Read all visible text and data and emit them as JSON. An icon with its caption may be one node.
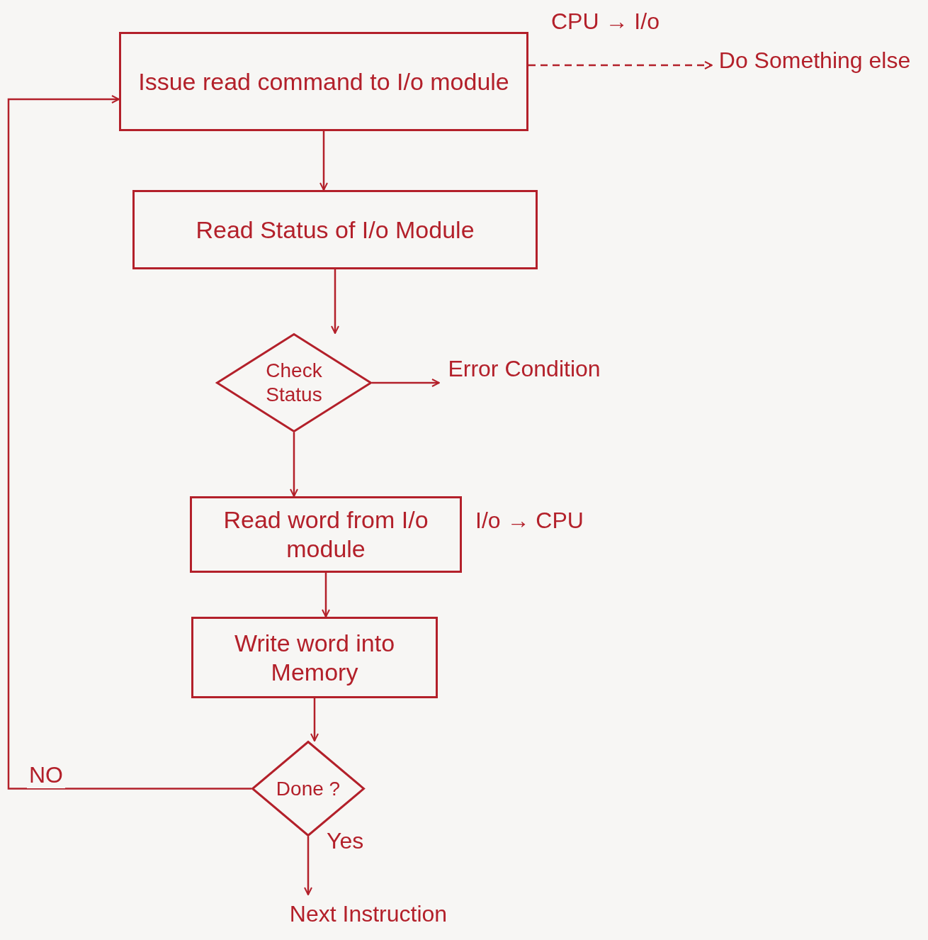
{
  "diagram": {
    "nodes": [
      {
        "text": [
          "Issue read command to I/o module"
        ]
      },
      {
        "text": [
          "Do Something else"
        ]
      },
      {
        "text": [
          "Read Status of I/o Module"
        ]
      },
      {
        "text": [
          "Check Status"
        ]
      },
      {
        "text": [
          "Error Condition"
        ]
      },
      {
        "text": [
          "Read word from I/o module"
        ],
        "beside": [
          "I/o → CPU"
        ]
      },
      {
        "text": [
          "Write word into Memory"
        ]
      },
      {
        "text": [
          "Done ?"
        ]
      },
      {
        "text": [
          "Next Instruction"
        ]
      }
    ],
    "edges": [
      {
        "from": 0,
        "to": 1,
        "arrow": "to",
        "style": "dashed",
        "label": "CPU → I/o"
      },
      {
        "from": 0,
        "to": 2,
        "arrow": "to"
      },
      {
        "from": 2,
        "to": 3,
        "arrow": "to"
      },
      {
        "from": 3,
        "to": 4,
        "arrow": "to"
      },
      {
        "from": 3,
        "to": 5,
        "arrow": "to"
      },
      {
        "from": 5,
        "to": 6,
        "arrow": "to"
      },
      {
        "from": 6,
        "to": 7,
        "arrow": "to"
      },
      {
        "from": 7,
        "to": 8,
        "arrow": "to",
        "label": "Yes"
      },
      {
        "from": 7,
        "to": 0,
        "arrow": "to",
        "label": "NO"
      }
    ]
  }
}
